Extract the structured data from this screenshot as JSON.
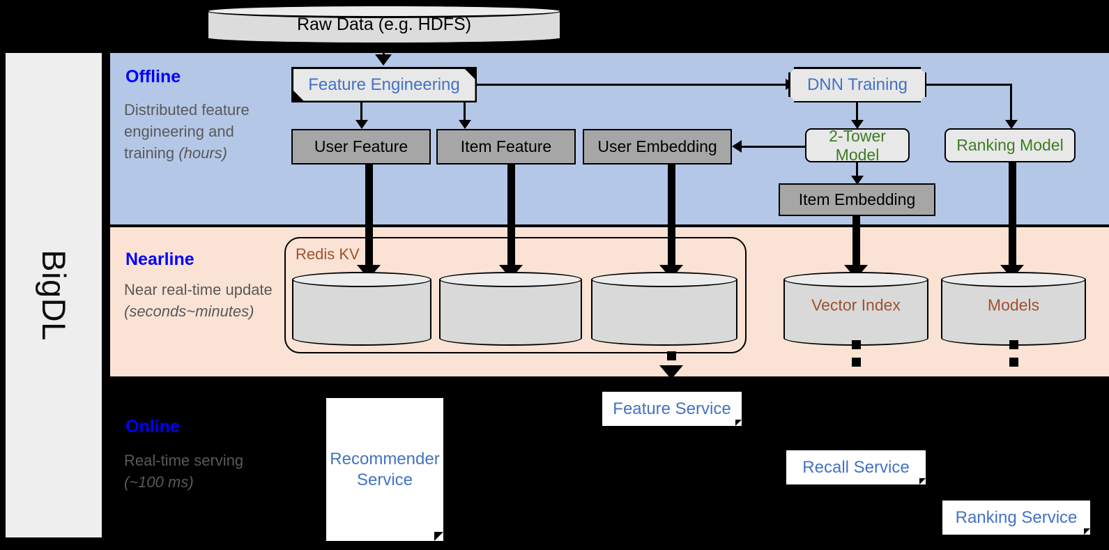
{
  "product": {
    "name": "BigDL"
  },
  "source": {
    "label": "Raw Data (e.g. HDFS)"
  },
  "bands": {
    "offline": {
      "title": "Offline",
      "subtitle_line1": "Distributed feature engineering and training ",
      "subtitle_em": "(hours)",
      "color": "#b4c7e7"
    },
    "nearline": {
      "title": "Nearline",
      "subtitle_line1": "Near real-time update ",
      "subtitle_em": "(seconds~minutes)",
      "color": "#fae2d5"
    },
    "online": {
      "title": "Online",
      "subtitle_line1": "Real-time serving ",
      "subtitle_em": "(~100 ms)",
      "color": "#000000"
    }
  },
  "offline": {
    "feature_engineering": "Feature Engineering",
    "dnn_training": "DNN Training",
    "user_feature": "User Feature",
    "item_feature": "Item Feature",
    "user_embedding": "User Embedding",
    "two_tower_model": "2-Tower Model",
    "ranking_model": "Ranking Model",
    "item_embedding": "Item Embedding"
  },
  "nearline": {
    "redis_kv": "Redis KV",
    "store_1": "",
    "store_2": "",
    "store_3": "",
    "vector_index": "Vector Index",
    "models": "Models"
  },
  "online": {
    "recommender_service": "Recommender Service",
    "feature_service": "Feature Service",
    "recall_service": "Recall Service",
    "ranking_service": "Ranking Service"
  },
  "colors": {
    "band_offline": "#b4c7e7",
    "band_nearline": "#fae2d5",
    "band_online": "#000000",
    "title_blue": "#0000ff",
    "node_blue": "#4472c4",
    "node_green": "#3c7d22",
    "store_brown": "#a0522d",
    "gray_fill": "#a6a6a6",
    "subtitle_gray": "#595959"
  }
}
